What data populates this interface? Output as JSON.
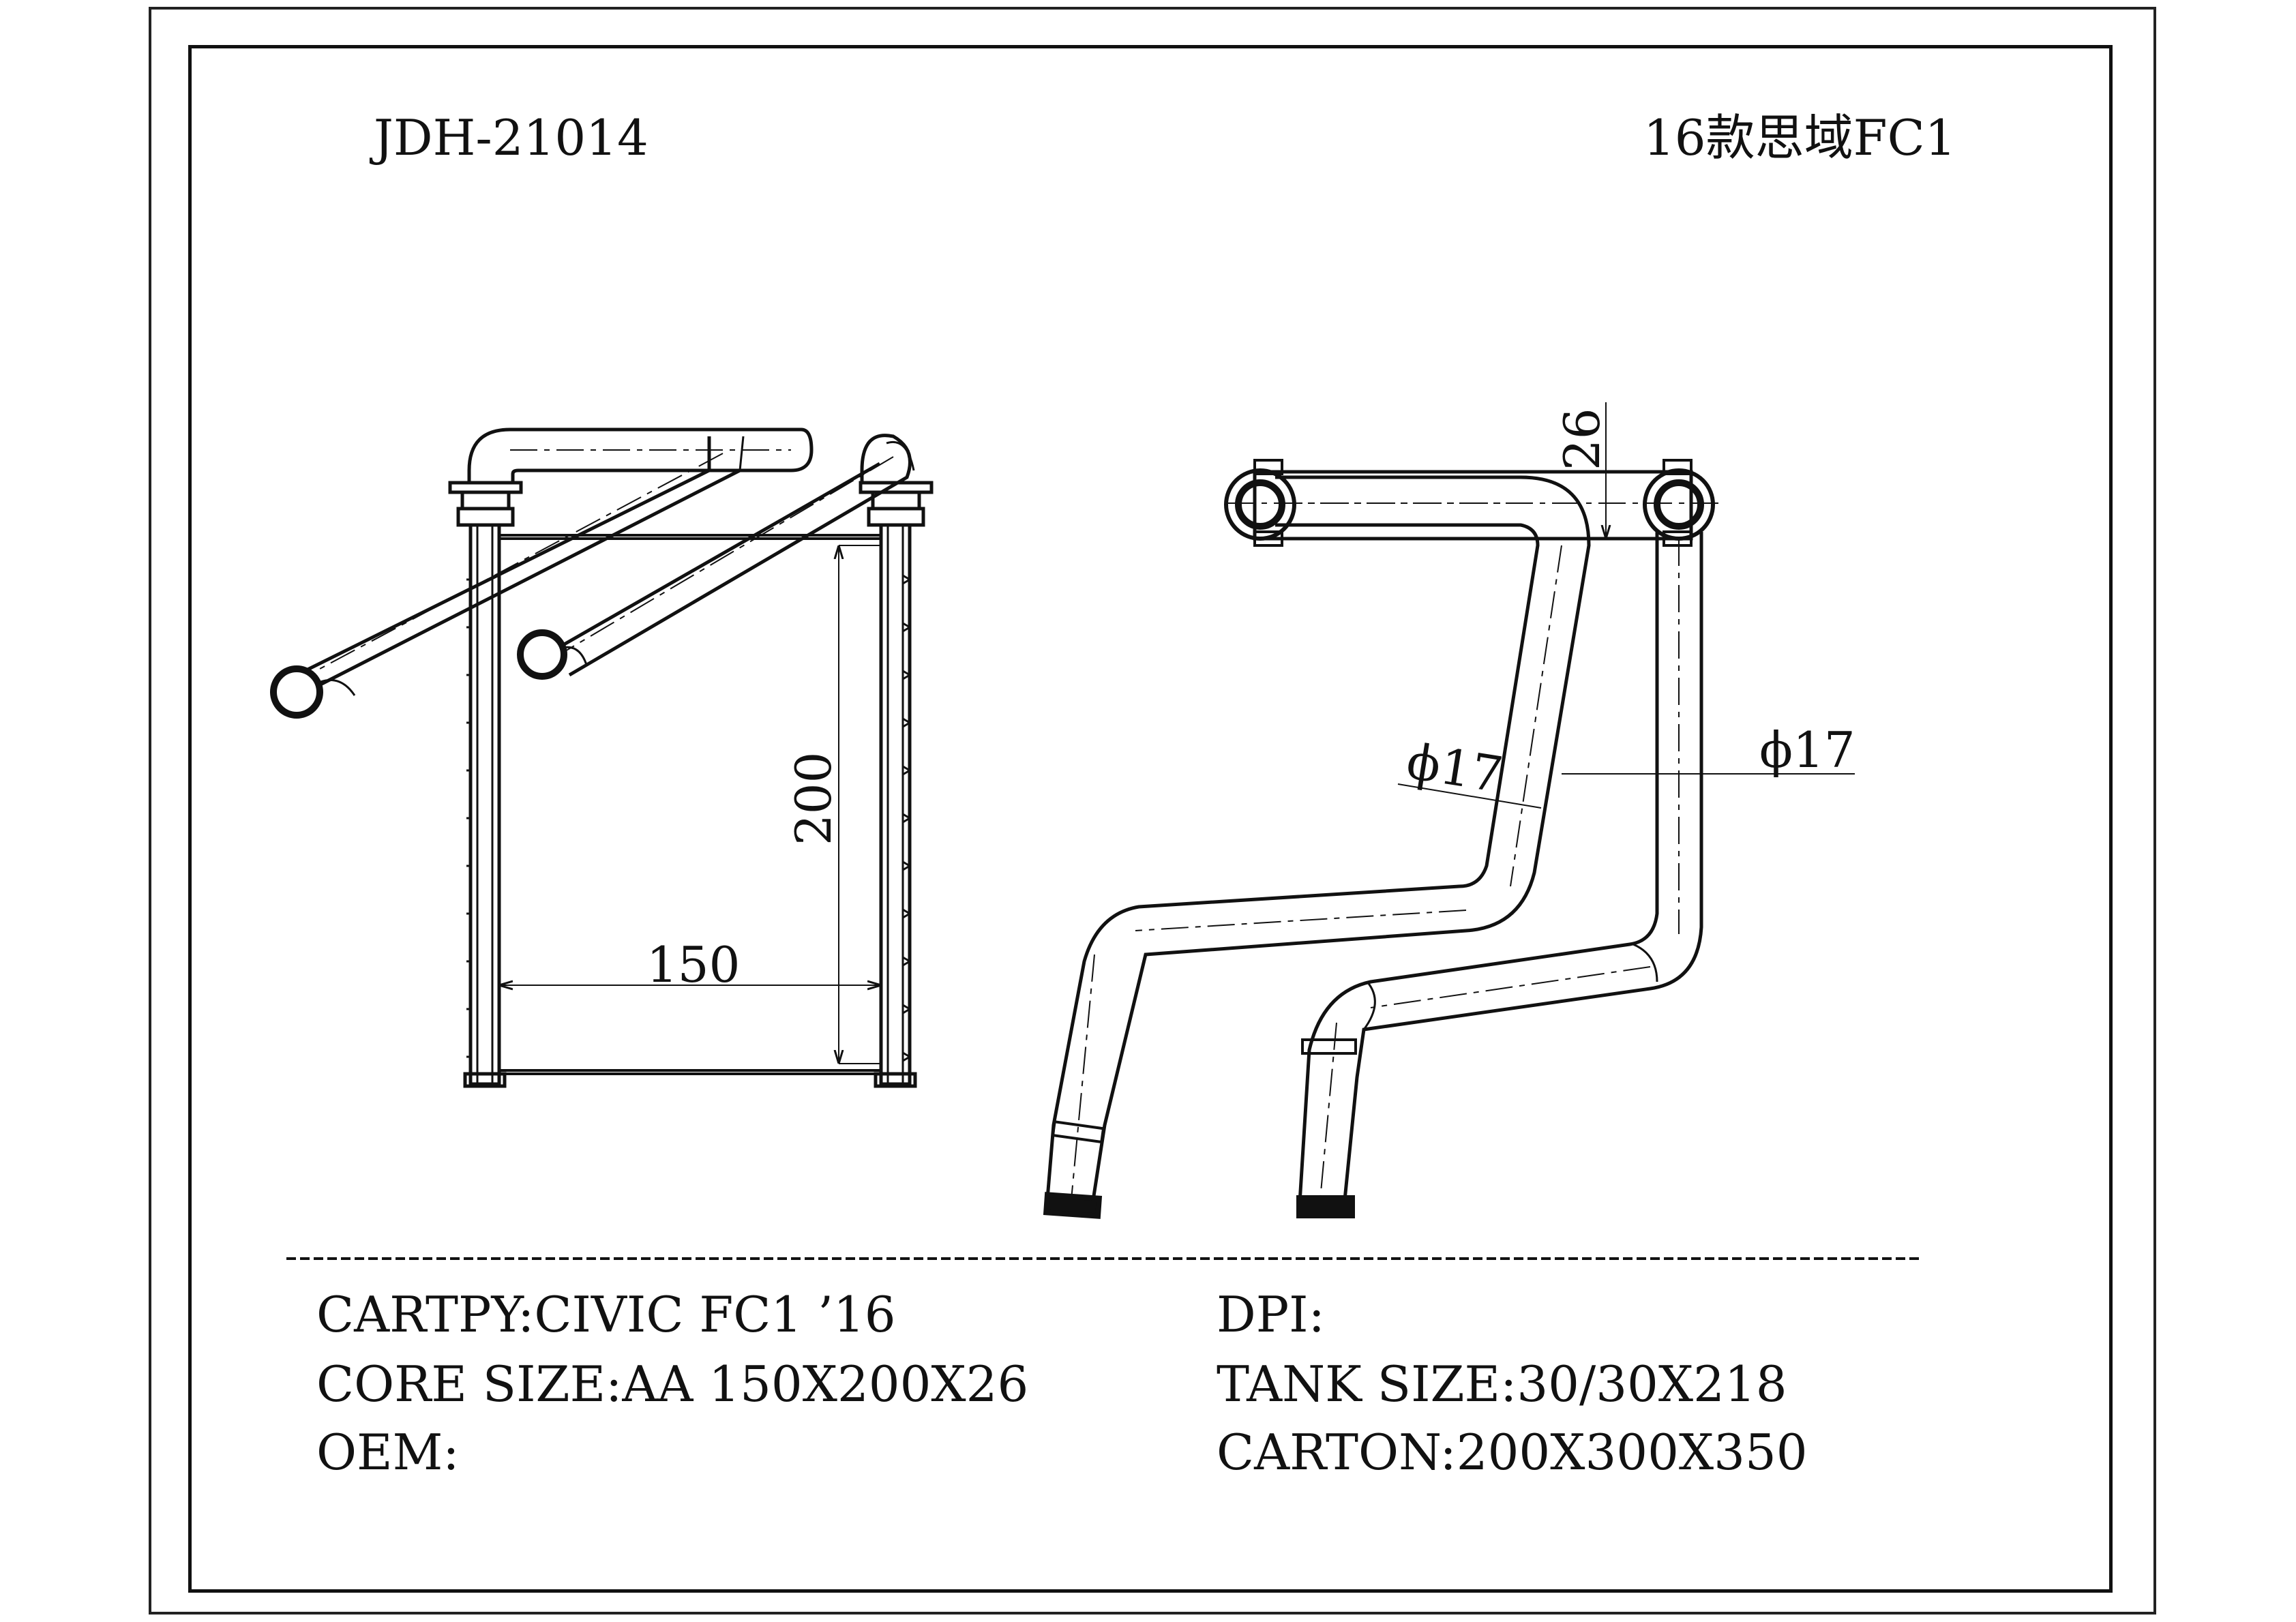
{
  "header": {
    "model_code": "JDH-21014",
    "model_name": "16款思域FC1"
  },
  "dimensions": {
    "core_width": "150",
    "core_height": "200",
    "core_depth": "26",
    "pipe_diameter_left": "ϕ17",
    "pipe_diameter_right": "ϕ17"
  },
  "specs": {
    "cartpy": "CARTPY:CIVIC FC1 ’16",
    "core_size": "CORE SIZE:AA 150X200X26",
    "oem": "OEM:",
    "dpi": "DPI:",
    "tank_size": "TANK SIZE:30/30X218",
    "carton": "CARTON:200X300X350"
  }
}
